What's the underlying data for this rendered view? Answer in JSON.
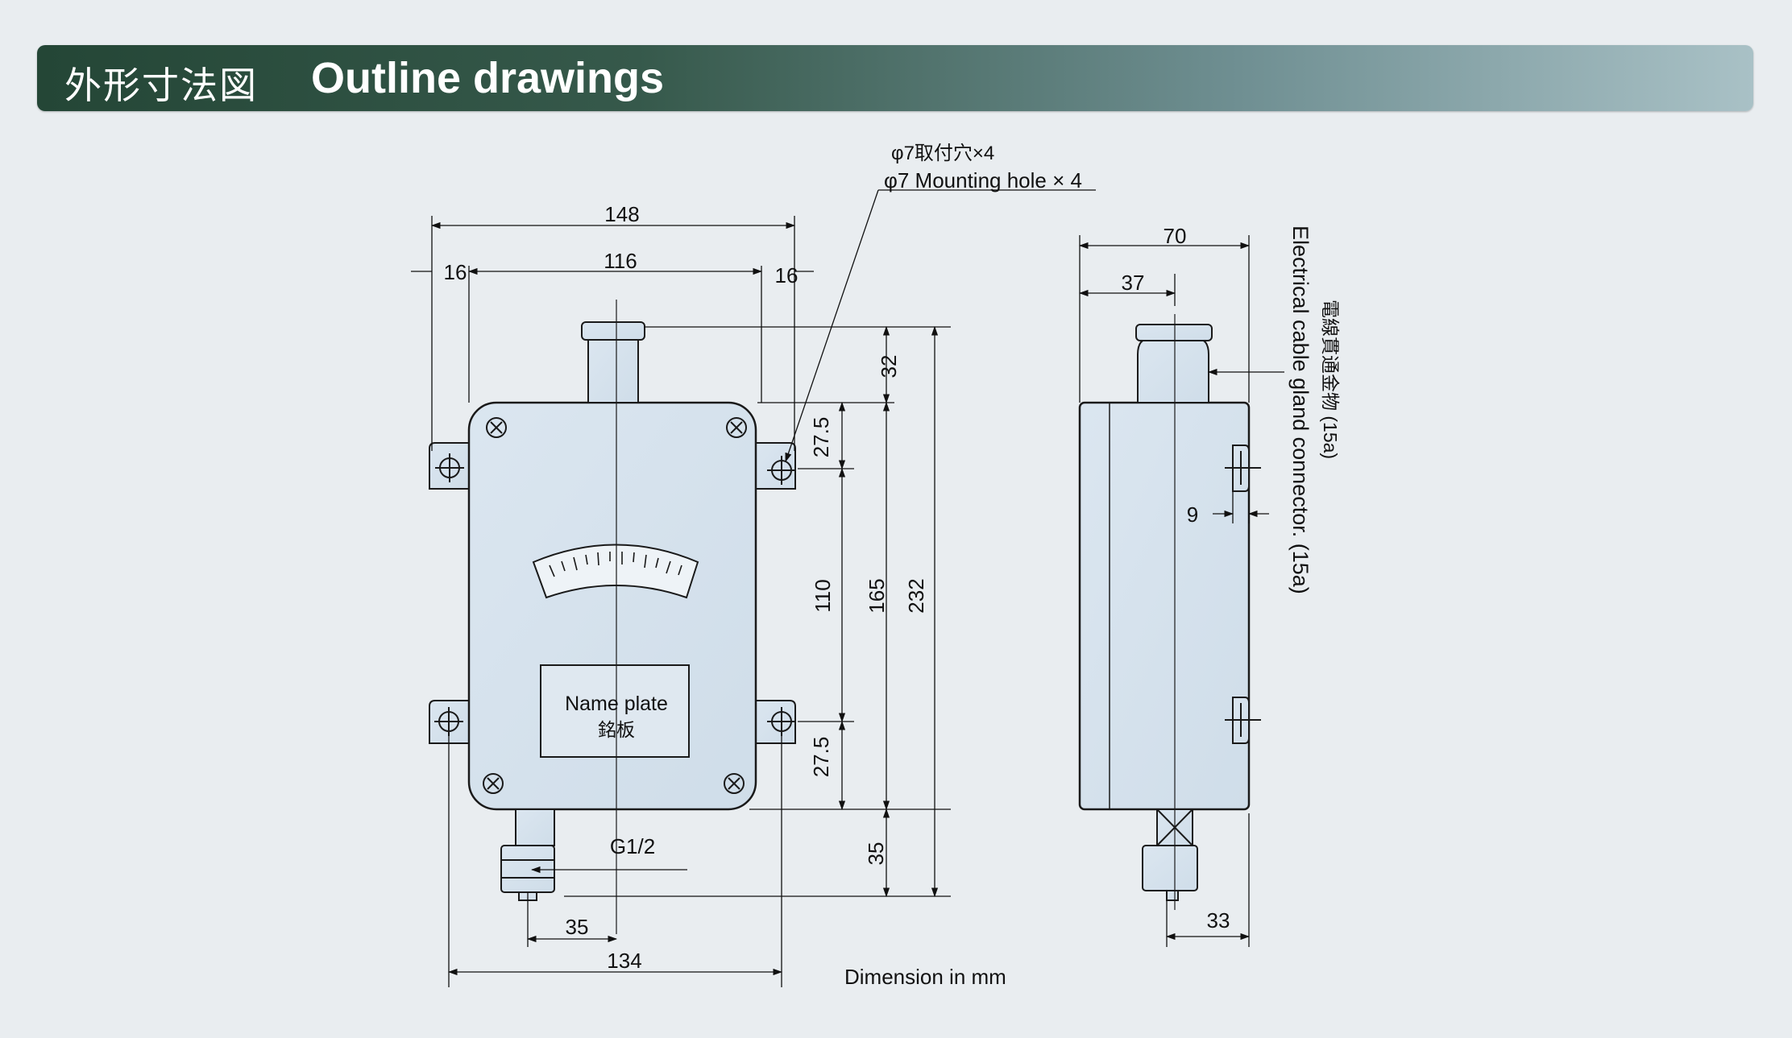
{
  "header": {
    "title_jp": "外形寸法図",
    "title_en": "Outline drawings"
  },
  "callouts": {
    "mounting_hole_jp": "φ7取付穴×4",
    "mounting_hole_en": "φ7 Mounting hole × 4",
    "cable_gland_jp": "電線貫通金物 (15a)",
    "cable_gland_en": "Electrical cable gland connector. (15a)"
  },
  "front_view": {
    "dim_width_total": "148",
    "dim_width_inner": "116",
    "dim_side_left": "16",
    "dim_side_right": "16",
    "dim_top_32": "32",
    "dim_27_5_top": "27.5",
    "dim_110": "110",
    "dim_165": "165",
    "dim_232": "232",
    "dim_27_5_bottom": "27.5",
    "dim_35_vertical": "35",
    "dim_35_horizontal": "35",
    "dim_134": "134",
    "port_label": "G1/2",
    "nameplate_en": "Name plate",
    "nameplate_jp": "銘板"
  },
  "side_view": {
    "dim_70": "70",
    "dim_37": "37",
    "dim_9": "9",
    "dim_33": "33"
  },
  "footer": {
    "units_note": "Dimension in mm"
  }
}
